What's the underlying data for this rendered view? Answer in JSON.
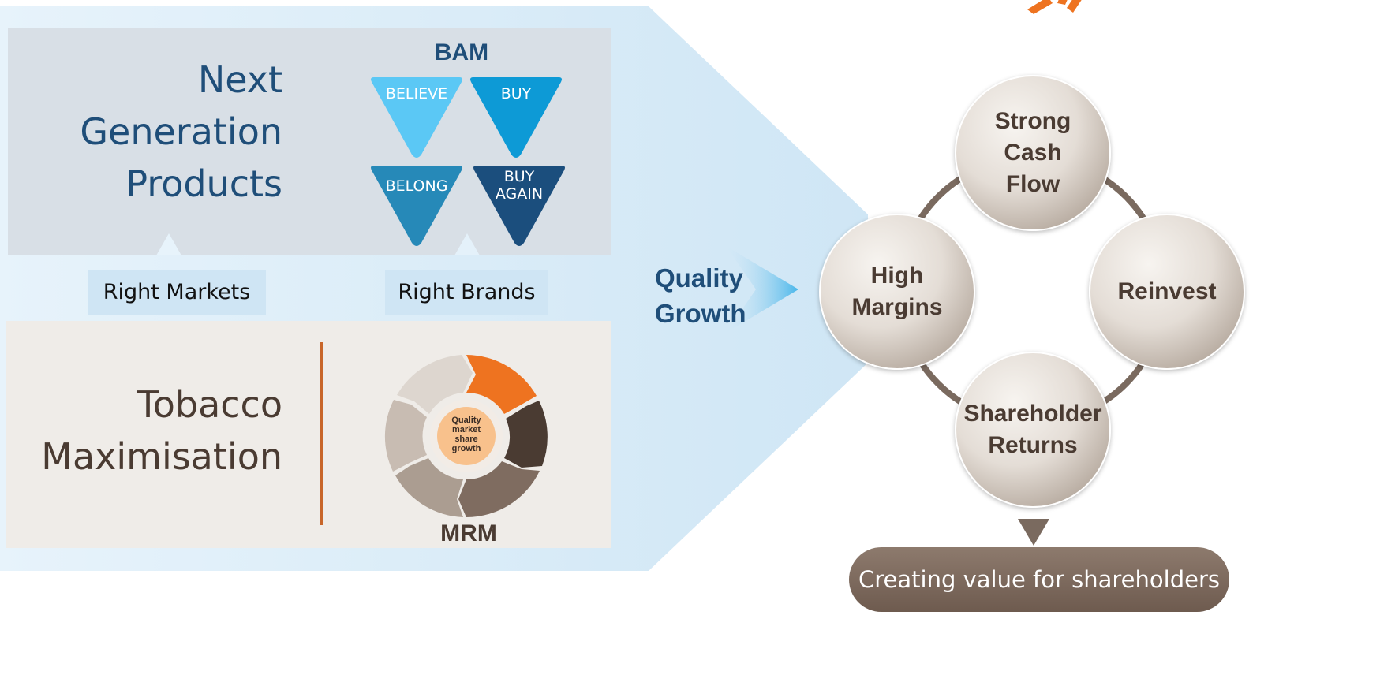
{
  "top_panel": {
    "title_lines": [
      "Next",
      "Generation",
      "Products"
    ],
    "bam_label": "BAM",
    "triangles": [
      {
        "label_lines": [
          "BELIEVE"
        ],
        "color": "#5bc8f5"
      },
      {
        "label_lines": [
          "BUY"
        ],
        "color": "#0d9ad6"
      },
      {
        "label_lines": [
          "BELONG"
        ],
        "color": "#2689b8"
      },
      {
        "label_lines": [
          "BUY",
          "AGAIN"
        ],
        "color": "#1b4e7d"
      }
    ]
  },
  "connectors": {
    "left": "Right Markets",
    "right": "Right Brands"
  },
  "bottom_panel": {
    "title_lines": [
      "Tobacco",
      "Maximisation"
    ],
    "mrm_label": "MRM",
    "wheel_center_lines": [
      "Quality",
      "market",
      "share",
      "growth"
    ],
    "wheel_colors": [
      "#ee7320",
      "#4a3b32",
      "#7f6c60",
      "#ab9d91",
      "#c8bcb2",
      "#ddd6cf"
    ]
  },
  "middle": {
    "label_lines": [
      "Quality",
      "Growth"
    ]
  },
  "cycle": {
    "circles": {
      "top": [
        "Strong",
        "Cash",
        "Flow"
      ],
      "left": [
        "High",
        "Margins"
      ],
      "right": [
        "Reinvest"
      ],
      "bottom": [
        "Shareholder",
        "Returns"
      ]
    },
    "ring_color": "#7a6a5f",
    "result": "Creating value for shareholders"
  },
  "colors": {
    "brand_orange": "#ee7320",
    "navy": "#1f4e79",
    "brown": "#4a3b32"
  }
}
